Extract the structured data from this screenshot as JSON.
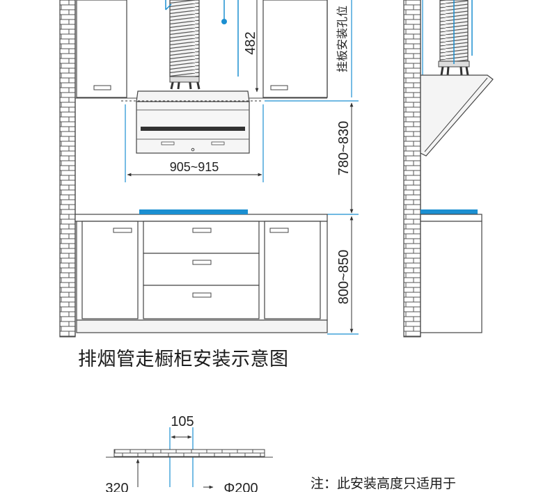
{
  "caption": "排烟管走橱柜安装示意图",
  "labels": {
    "vent_height": "482",
    "mount_hole": "挂板安装孔位",
    "hood_width": "905~915",
    "hood_height": "780~830",
    "counter_height": "800~850",
    "side_depth": "320",
    "duct_offset": "105",
    "bottom_dim_left": "320",
    "bottom_diameter": "Φ200"
  },
  "note": "注：此安装高度只适用于"
}
